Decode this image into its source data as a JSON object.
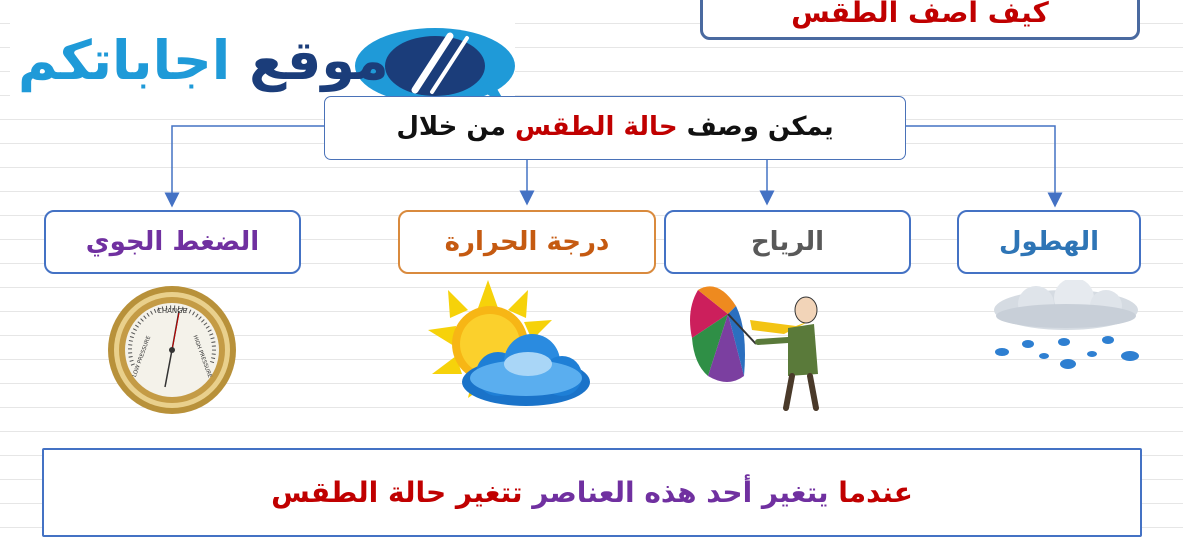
{
  "title": "كيف أصف الطقس",
  "logo": {
    "text": "موقع اجاباتكم",
    "brand_first": "موقع",
    "brand_second": "اجاباتكم"
  },
  "main": {
    "prefix": "يمكن وصف",
    "highlight": "حالة الطقس",
    "suffix": "من خلال"
  },
  "categories": {
    "pressure": "الضغط الجوي",
    "temperature": "درجة الحرارة",
    "wind": "الرياح",
    "precipitation": "الهطول"
  },
  "gauge_labels": {
    "change": "CHANGE",
    "low": "LOW PRESSURE",
    "high": "HIGH PRESSURE"
  },
  "bottom": {
    "part1": "عندما",
    "part2": "يتغير أحد هذه العناصر",
    "part3": "تتغير حالة الطقس"
  },
  "colors": {
    "red": "#c00000",
    "purple": "#7030a0",
    "orange": "#c55a11",
    "gray": "#595959",
    "blue": "#2e75b6",
    "line": "#4472c4"
  }
}
